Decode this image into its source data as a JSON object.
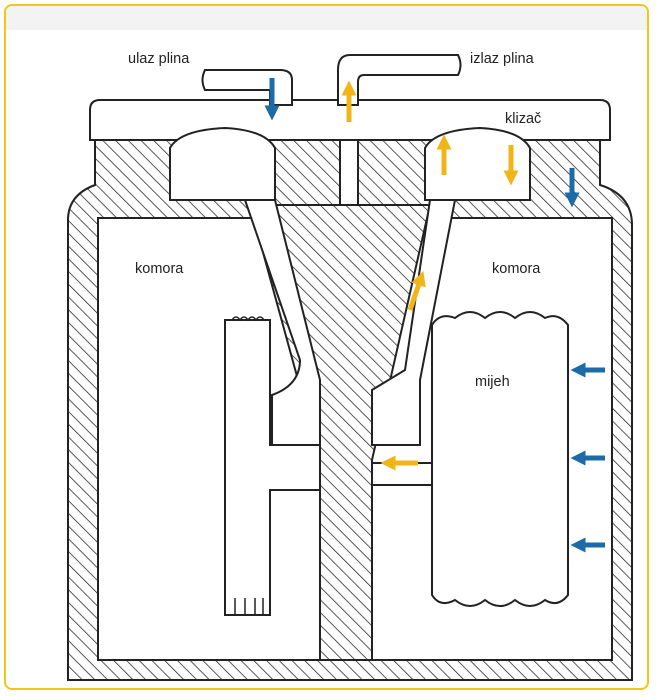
{
  "labels": {
    "gas_inlet": "ulaz plina",
    "gas_outlet": "izlaz plina",
    "slider": "klizač",
    "chamber_left": "komora",
    "chamber_right": "komora",
    "bellows": "mijeh"
  },
  "colors": {
    "frame_border": "#f5c518",
    "line": "#222222",
    "arrow_blue": "#1c6aa8",
    "arrow_yellow": "#f2b517"
  }
}
